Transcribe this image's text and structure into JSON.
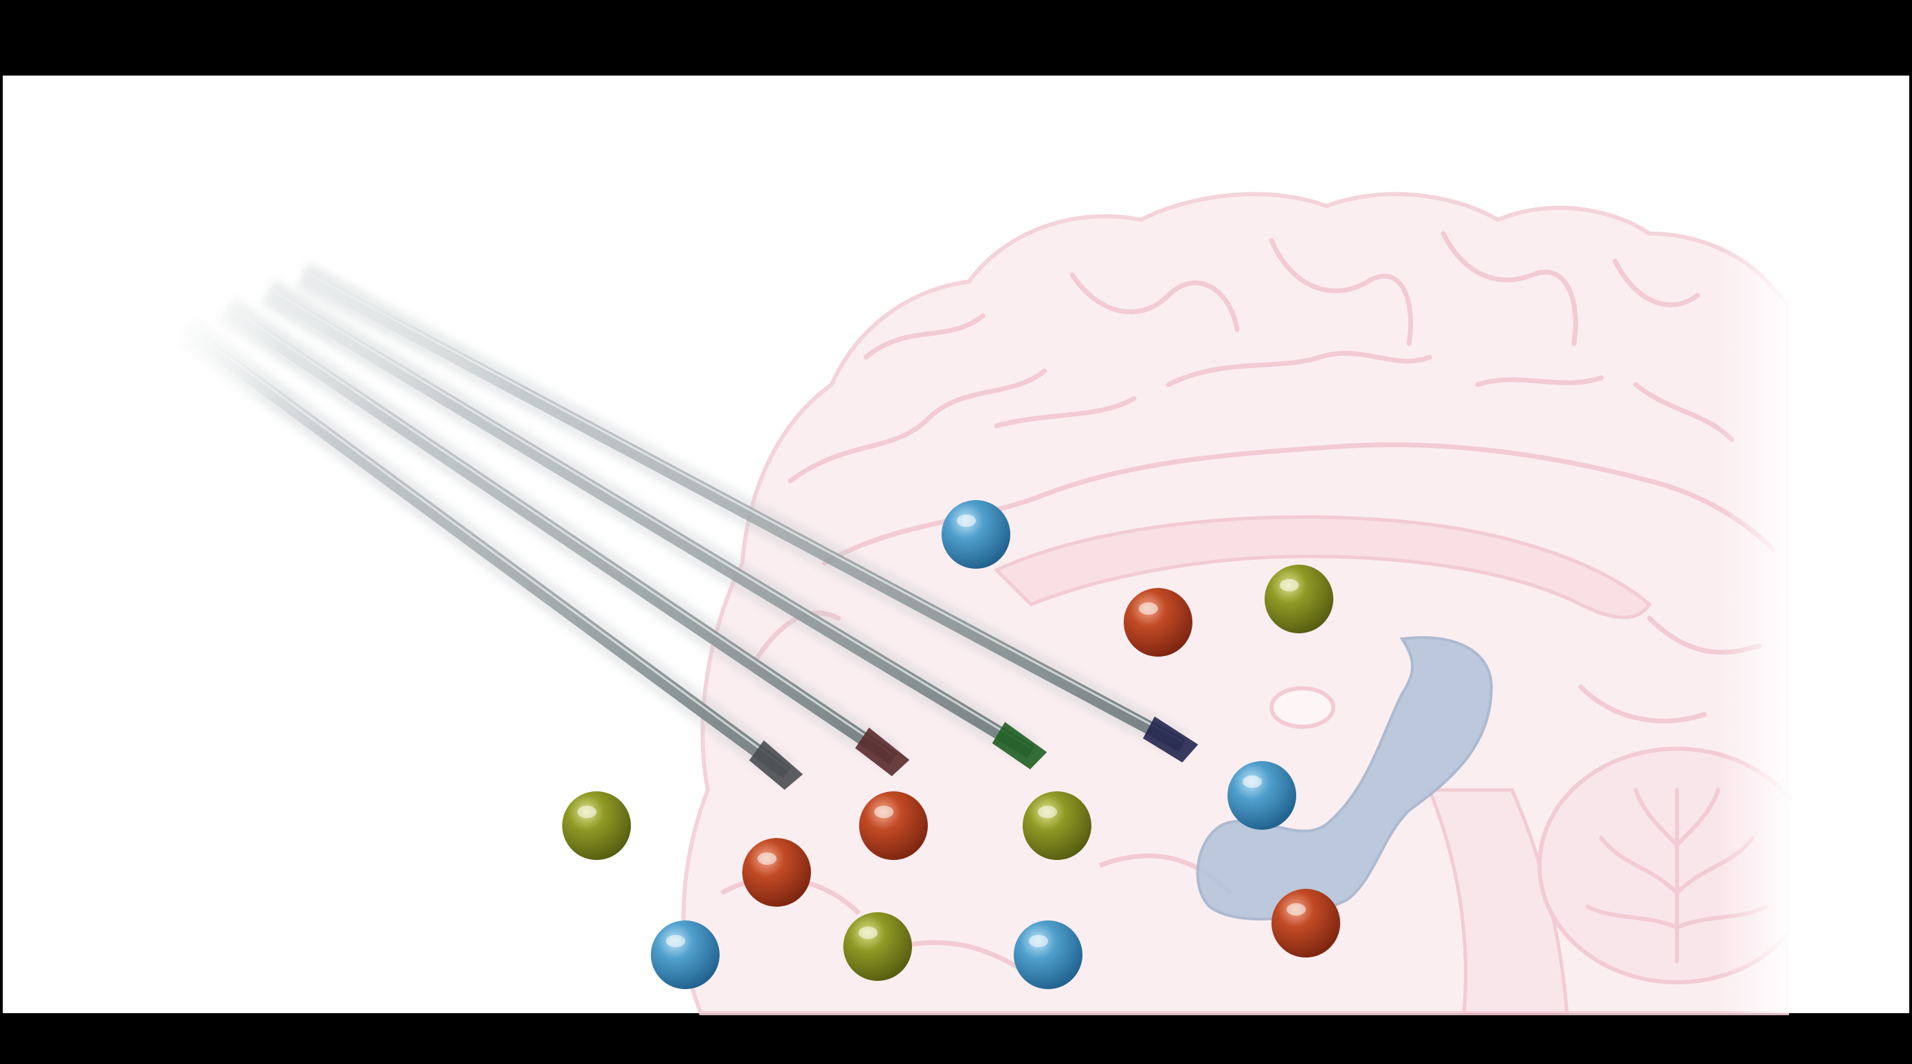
{
  "colors": {
    "background": "#000000",
    "panel": "#ffffff",
    "brain_fill": "#fbecef",
    "brain_stroke": "#f1c6cf",
    "hippocampus": "#b7c5da",
    "probe_body": "#8f999c",
    "blue_molecule": "#3a8fc0",
    "red_molecule": "#b33c1c",
    "olive_molecule": "#7f8a1e"
  },
  "probes": [
    {
      "name": "probe-gray",
      "tip_color": "#4a4d50"
    },
    {
      "name": "probe-maroon",
      "tip_color": "#5a2b2e"
    },
    {
      "name": "probe-green",
      "tip_color": "#1f5e22"
    },
    {
      "name": "probe-navy",
      "tip_color": "#23264f"
    }
  ],
  "molecules": [
    {
      "type": "blue"
    },
    {
      "type": "red"
    },
    {
      "type": "olive"
    },
    {
      "type": "olive"
    },
    {
      "type": "red"
    },
    {
      "type": "red"
    },
    {
      "type": "olive"
    },
    {
      "type": "blue"
    },
    {
      "type": "blue"
    },
    {
      "type": "olive"
    },
    {
      "type": "blue"
    },
    {
      "type": "red"
    }
  ]
}
